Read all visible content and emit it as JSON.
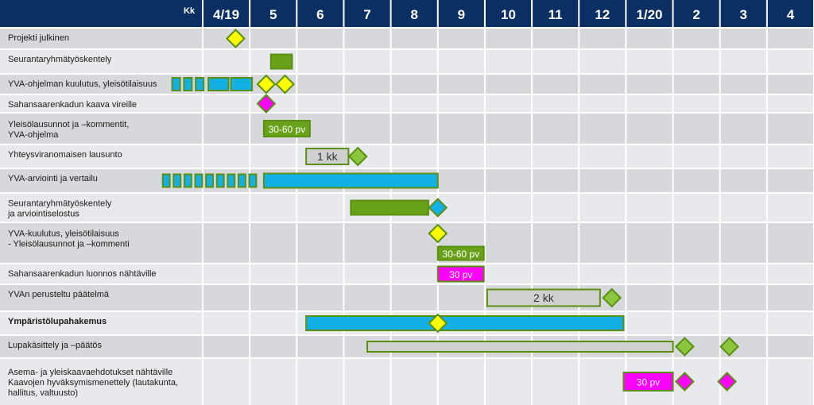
{
  "colors": {
    "header": "#0b2e63",
    "row_shaded": "#d7d8dc",
    "row_plain": "#e8e9ec",
    "grid": "#ffffff",
    "green": "#6aa11b",
    "green_border": "#5a8f12",
    "blue": "#13b0e6",
    "yellow": "#ffff00",
    "magenta": "#ff00ff",
    "light_green": "#8cc63f",
    "grey_bar": "#d0d0d0"
  },
  "chart_data": {
    "type": "table",
    "header_corner": "Kk",
    "months": [
      "4/19",
      "5",
      "6",
      "7",
      "8",
      "9",
      "10",
      "11",
      "12",
      "1/20",
      "2",
      "3",
      "4"
    ],
    "rows": [
      {
        "label_lines": [
          "Projekti julkinen"
        ],
        "bold": false,
        "items": [
          {
            "kind": "diamond",
            "at": 0.7,
            "color": "yellow"
          }
        ]
      },
      {
        "label_lines": [
          "Seurantaryhmätyöskentely"
        ],
        "bold": false,
        "items": [
          {
            "kind": "bar",
            "start": 1.45,
            "end": 1.9,
            "color": "green"
          }
        ]
      },
      {
        "label_lines": [
          "YVA-ohjelman  kuulutus,  yleisötilaisuus"
        ],
        "bold": false,
        "items": [
          {
            "kind": "segments",
            "color": "blue",
            "ranges": [
              [
                -0.65,
                -0.48
              ],
              [
                -0.4,
                -0.23
              ],
              [
                -0.15,
                0.02
              ],
              [
                0.12,
                0.55
              ],
              [
                0.6,
                1.05
              ]
            ]
          },
          {
            "kind": "diamond",
            "at": 1.35,
            "color": "yellow"
          },
          {
            "kind": "diamond",
            "at": 1.75,
            "color": "yellow"
          }
        ]
      },
      {
        "label_lines": [
          "Sahansaarenkadun  kaava vireille"
        ],
        "bold": false,
        "items": [
          {
            "kind": "diamond",
            "at": 1.35,
            "color": "magenta"
          }
        ]
      },
      {
        "label_lines": [
          "Yleisölausunnot  ja –kommentit,",
          "YVA-ohjelma"
        ],
        "bold": false,
        "items": [
          {
            "kind": "bar",
            "start": 1.3,
            "end": 2.28,
            "color": "green",
            "text": "30-60 pv",
            "text_color": "#ffffff",
            "height": 20
          }
        ]
      },
      {
        "label_lines": [
          "Yhteysviranomaisen  lausunto"
        ],
        "bold": false,
        "items": [
          {
            "kind": "bar",
            "start": 2.2,
            "end": 3.1,
            "color": "grey",
            "text": "1 kk",
            "text_color": "#333333",
            "height": 20
          },
          {
            "kind": "diamond",
            "at": 3.3,
            "color": "light_green"
          }
        ]
      },
      {
        "label_lines": [
          "YVA-arviointi  ja vertailu"
        ],
        "bold": false,
        "items": [
          {
            "kind": "segments",
            "color": "blue",
            "ranges": [
              [
                -0.85,
                -0.7
              ],
              [
                -0.62,
                -0.47
              ],
              [
                -0.39,
                -0.24
              ],
              [
                -0.16,
                -0.01
              ],
              [
                0.07,
                0.22
              ],
              [
                0.3,
                0.45
              ],
              [
                0.53,
                0.68
              ],
              [
                0.76,
                0.91
              ],
              [
                0.99,
                1.14
              ]
            ]
          },
          {
            "kind": "bar",
            "start": 1.3,
            "end": 5.0,
            "color": "blue"
          }
        ]
      },
      {
        "label_lines": [
          "Seurantaryhmätyöskentely",
          "ja arviointiselostus"
        ],
        "bold": false,
        "items": [
          {
            "kind": "bar",
            "start": 3.15,
            "end": 4.8,
            "color": "green"
          },
          {
            "kind": "diamond",
            "at": 5.0,
            "color": "blue"
          }
        ]
      },
      {
        "label_lines": [
          "YVA-kuulutus,  yleisötilaisuus",
          "",
          "-     Yleisölausunnot  ja –kommenti"
        ],
        "bold": false,
        "items": [
          {
            "kind": "diamond",
            "at": 5.0,
            "color": "yellow",
            "offset": -12
          },
          {
            "kind": "bar",
            "start": 5.0,
            "end": 5.98,
            "color": "green",
            "text": "30-60 pv",
            "text_color": "#ffffff",
            "height": 17,
            "offset": 13
          }
        ]
      },
      {
        "label_lines": [
          "Sahansaarenkadun  luonnos nähtäville"
        ],
        "bold": false,
        "items": [
          {
            "kind": "bar",
            "start": 5.0,
            "end": 5.98,
            "color": "magenta",
            "text": "30 pv",
            "text_color": "#ffffff",
            "height": 19
          }
        ]
      },
      {
        "label_lines": [
          "YVAn  perusteltu  päätelmä"
        ],
        "bold": false,
        "items": [
          {
            "kind": "bar",
            "start": 6.05,
            "end": 8.45,
            "color": "grey",
            "text": "2 kk",
            "text_color": "#333333",
            "height": 21
          },
          {
            "kind": "diamond",
            "at": 8.7,
            "color": "light_green"
          }
        ]
      },
      {
        "label_lines": [
          "Ympäristölupahakemus"
        ],
        "bold": true,
        "items": [
          {
            "kind": "bar",
            "start": 2.2,
            "end": 8.95,
            "color": "blue"
          },
          {
            "kind": "diamond",
            "at": 5.0,
            "color": "yellow"
          }
        ]
      },
      {
        "label_lines": [
          "Lupakäsittely  ja –päätös"
        ],
        "bold": false,
        "items": [
          {
            "kind": "bar",
            "start": 3.5,
            "end": 10.0,
            "color": "grey",
            "height": 13
          },
          {
            "kind": "diamond",
            "at": 10.25,
            "color": "light_green"
          },
          {
            "kind": "diamond",
            "at": 11.2,
            "color": "light_green"
          }
        ]
      },
      {
        "label_lines": [
          "Asema-  ja yleiskaavaehdotukset  nähtäville",
          "Kaavojen  hyväksymismenettely  (lautakunta,",
          "hallitus,  valtuusto)"
        ],
        "bold": false,
        "items": [
          {
            "kind": "bar",
            "start": 8.95,
            "end": 10.0,
            "color": "magenta",
            "text": "30 pv",
            "text_color": "#ffffff",
            "height": 23
          },
          {
            "kind": "diamond",
            "at": 10.25,
            "color": "magenta"
          },
          {
            "kind": "diamond",
            "at": 11.15,
            "color": "magenta"
          }
        ]
      }
    ]
  }
}
